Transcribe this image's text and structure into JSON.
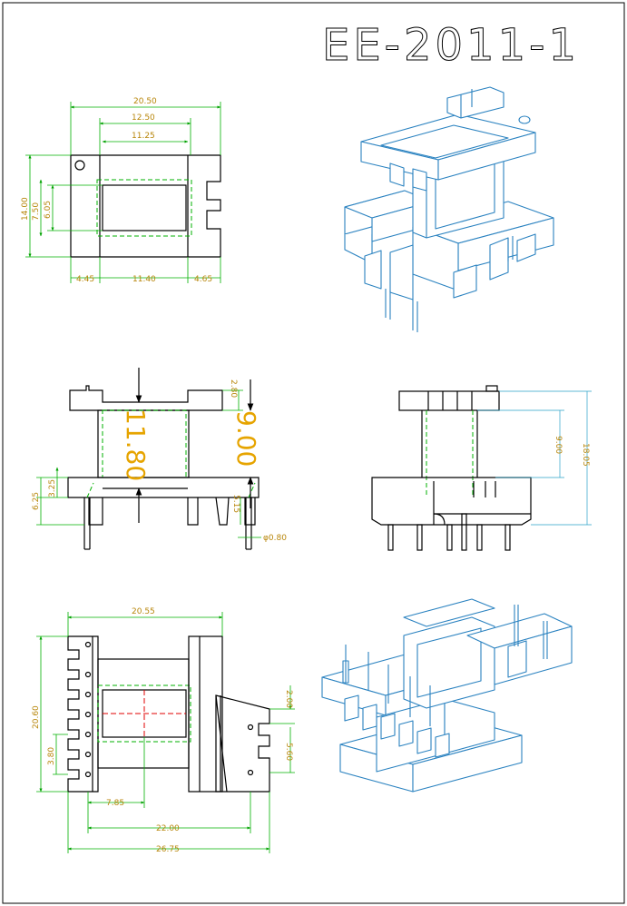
{
  "title": "EE-2011-1",
  "top_view": {
    "dims": {
      "overall_width": "20.50",
      "window_width": "12.50",
      "inner_width": "11.25",
      "height_total": "14.00",
      "height_mid": "7.50",
      "height_inner": "6.05",
      "left_offset": "4.45",
      "center_width": "11.40",
      "right_offset": "4.65"
    }
  },
  "front_view": {
    "dims": {
      "winding_height": "11.80",
      "window_height": "9.00",
      "flange_thickness": "2.80",
      "base_height_a": "3.25",
      "base_height_b": "6.25",
      "pin_offset": "5.15",
      "pin_diameter": "φ0.80"
    }
  },
  "side_view": {
    "dims": {
      "window_height": "9.00",
      "total_height": "18.05"
    }
  },
  "bottom_view": {
    "dims": {
      "top_width": "20.55",
      "height": "20.60",
      "pin_pitch": "3.80",
      "slot_height": "2.00",
      "row_spacing": "5.60",
      "pin_offset": "7.85",
      "span_inner": "22.00",
      "span_total": "26.75"
    }
  }
}
